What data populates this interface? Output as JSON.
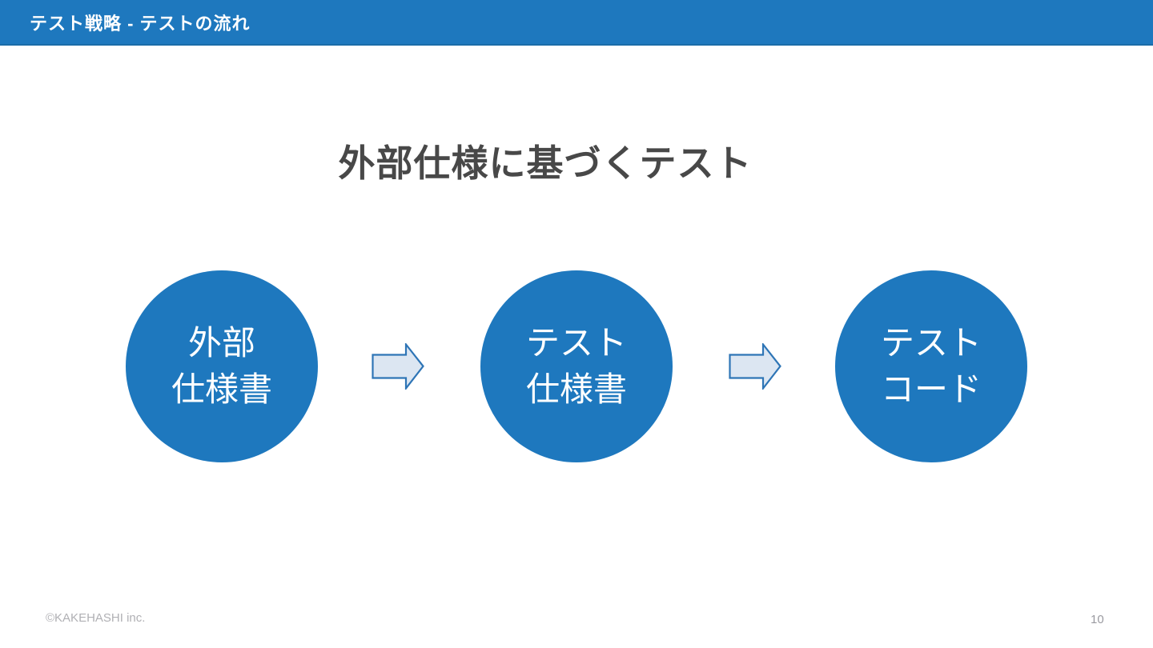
{
  "slide": {
    "header": {
      "title": "テスト戦略 - テストの流れ"
    },
    "title": "外部仕様に基づくテスト",
    "flow": {
      "nodes": [
        {
          "lines": [
            "外部",
            "仕様書"
          ]
        },
        {
          "lines": [
            "テスト",
            "仕様書"
          ]
        },
        {
          "lines": [
            "テスト",
            "コード"
          ]
        }
      ]
    },
    "footer": {
      "copyright": "©KAKEHASHI inc.",
      "page_number": "10"
    },
    "colors": {
      "accent_blue": "#1E78BE",
      "header_edge": "#1A6CA8",
      "arrow_fill": "#DCE6F2",
      "arrow_stroke": "#2E75B6",
      "title_text": "#484848",
      "header_text": "#FFFFFF",
      "node_text": "#FFFFFF",
      "footer_text": "#B0B0B4",
      "page_number_text": "#9A9AA0"
    }
  }
}
